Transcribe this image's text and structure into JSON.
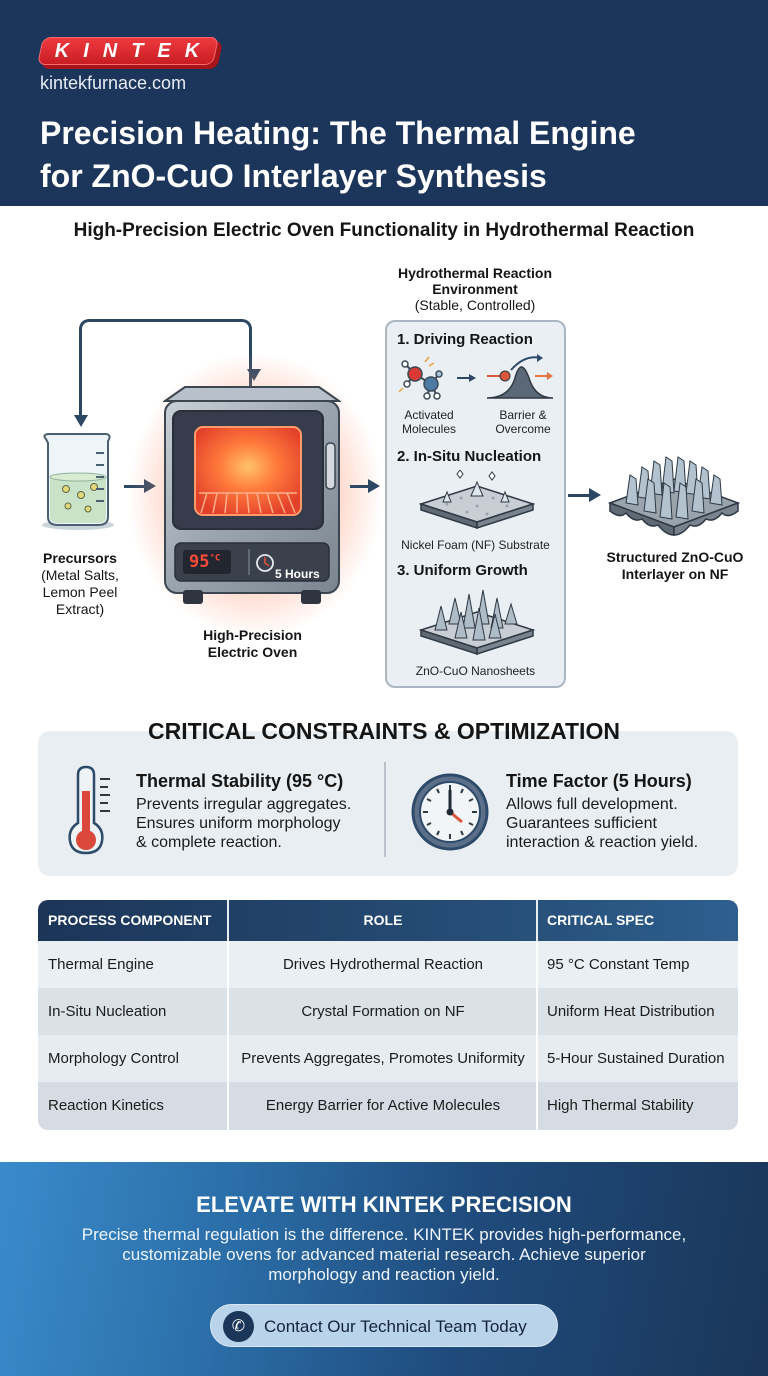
{
  "header": {
    "logo_text": "KINTEK",
    "site": "kintekfurnace.com",
    "title_line1": "Precision Heating: The Thermal Engine",
    "title_line2": "for ZnO-CuO Interlayer Synthesis",
    "bg_color": "#1c355a",
    "logo_color": "#d7262c"
  },
  "subtitle": "High-Precision Electric Oven Functionality in Hydrothermal Reaction",
  "diagram": {
    "precursors": {
      "title": "Precursors",
      "line1": "(Metal Salts,",
      "line2": "Lemon Peel",
      "line3": "Extract)"
    },
    "oven": {
      "line1": "High-Precision",
      "line2": "Electric Oven",
      "temp_value": "95",
      "temp_unit": "°C",
      "timer_label": "5 Hours"
    },
    "environment": {
      "title_line1": "Hydrothermal Reaction",
      "title_line2": "Environment",
      "title_line3": "(Stable, Controlled)",
      "step1": {
        "heading": "1. Driving Reaction",
        "cap_left_1": "Activated",
        "cap_left_2": "Molecules",
        "cap_right_1": "Barrier &",
        "cap_right_2": "Overcome"
      },
      "step2": {
        "heading": "2. In-Situ Nucleation",
        "caption": "Nickel Foam (NF) Substrate"
      },
      "step3": {
        "heading": "3. Uniform Growth",
        "caption": "ZnO-CuO Nanosheets"
      }
    },
    "result": {
      "line1": "Structured ZnO-CuO",
      "line2": "Interlayer on NF"
    }
  },
  "constraints": {
    "title": "CRITICAL CONSTRAINTS & OPTIMIZATION",
    "items": [
      {
        "icon": "thermometer-icon",
        "heading": "Thermal Stability (95 °C)",
        "line1": "Prevents irregular aggregates.",
        "line2": "Ensures uniform morphology",
        "line3": "& complete reaction."
      },
      {
        "icon": "clock-icon",
        "heading": "Time Factor (5 Hours)",
        "line1": "Allows full development.",
        "line2": "Guarantees sufficient",
        "line3": "interaction & reaction yield."
      }
    ]
  },
  "table": {
    "columns": [
      "PROCESS COMPONENT",
      "ROLE",
      "CRITICAL SPEC"
    ],
    "rows": [
      [
        "Thermal Engine",
        "Drives Hydrothermal Reaction",
        "95 °C Constant Temp"
      ],
      [
        "In-Situ Nucleation",
        "Crystal Formation on NF",
        "Uniform Heat Distribution"
      ],
      [
        "Morphology Control",
        "Prevents Aggregates, Promotes Uniformity",
        "5-Hour Sustained Duration"
      ],
      [
        "Reaction Kinetics",
        "Energy Barrier for Active Molecules",
        "High Thermal Stability"
      ]
    ]
  },
  "footer": {
    "title": "ELEVATE WITH KINTEK PRECISION",
    "body_line1": "Precise thermal regulation is the difference. KINTEK provides high-performance,",
    "body_line2": "customizable ovens for advanced material research. Achieve superior",
    "body_line3": "morphology and reaction yield.",
    "cta_label": "Contact Our Technical Team Today",
    "cta_icon": "phone-icon"
  }
}
